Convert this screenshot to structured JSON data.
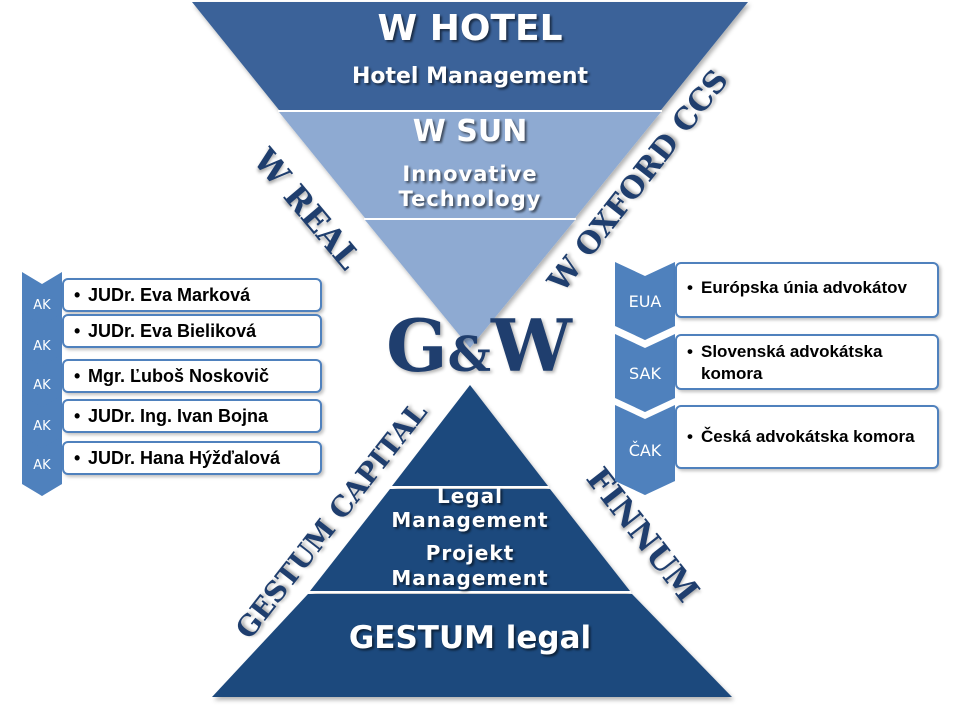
{
  "colors": {
    "dark_blue": "#1f497d",
    "medium_blue": "#3a6299",
    "light_blue": "#8eaad2",
    "accent_blue": "#4f81bd",
    "text_dark": "#1f3e6e"
  },
  "top_triangle": {
    "section1_title": "W HOTEL",
    "section1_subtitle": "Hotel Management",
    "section2_title": "W SUN",
    "section2_subtitle_line1": "Innovative",
    "section2_subtitle_line2": "Technology"
  },
  "logo": {
    "left": "G",
    "amp": "&",
    "right": "W"
  },
  "bottom_triangle": {
    "section1_line1": "Legal",
    "section1_line2": "Management",
    "section1_line3": "Projekt",
    "section1_line4": "Management",
    "section2_title": "GESTUM legal"
  },
  "diagonal_labels": {
    "top_left": "W REAL",
    "top_right": "W OXFORD CCS",
    "bottom_left": "GESTUM CAPITAL",
    "bottom_right": "FINNUM"
  },
  "left_list": [
    {
      "tag": "AK",
      "name": "JUDr. Eva Marková"
    },
    {
      "tag": "AK",
      "name": "JUDr. Eva Bieliková"
    },
    {
      "tag": "AK",
      "name": "Mgr. Ľuboš Noskovič"
    },
    {
      "tag": "AK",
      "name": "JUDr. Ing.  Ivan Bojna"
    },
    {
      "tag": "AK",
      "name": "JUDr. Hana Hýžďalová"
    }
  ],
  "right_list": [
    {
      "tag": "EUA",
      "line1": "Európska únia advokátov",
      "line2": ""
    },
    {
      "tag": "SAK",
      "line1": "Slovenská advokátska",
      "line2": "komora"
    },
    {
      "tag": "ČAK",
      "line1": "Česká advokátska  komora",
      "line2": ""
    }
  ],
  "bullet_char": "•"
}
